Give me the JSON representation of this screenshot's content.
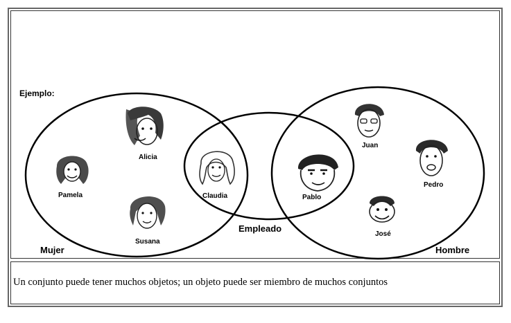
{
  "example_label": "Ejemplo:",
  "sets": {
    "women": "Mujer",
    "employee": "Empleado",
    "men": "Hombre"
  },
  "people": {
    "alicia": "Alicia",
    "pamela": "Pamela",
    "susana": "Susana",
    "claudia": "Claudia",
    "pablo": "Pablo",
    "juan": "Juan",
    "pedro": "Pedro",
    "jose": "José"
  },
  "caption": "Un conjunto puede tener muchos objetos; un objeto puede ser miembro de muchos conjuntos"
}
